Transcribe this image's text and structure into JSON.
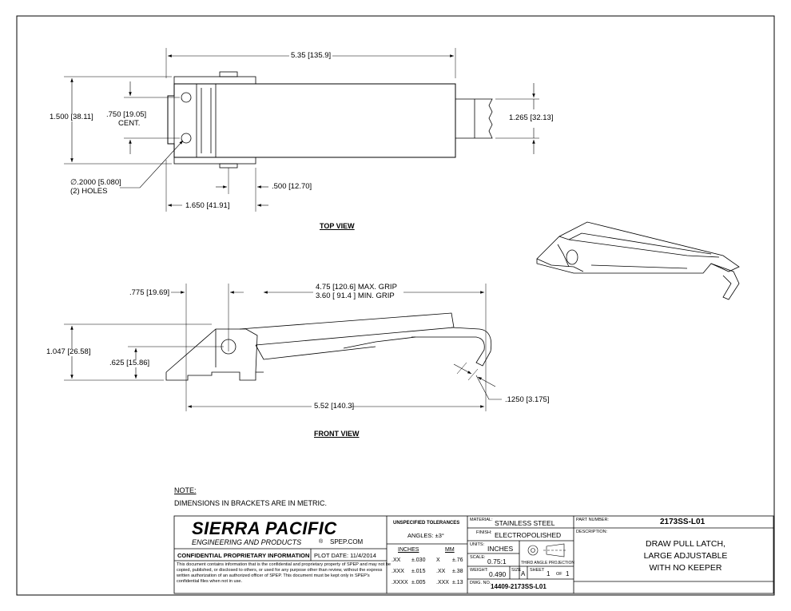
{
  "top_view": {
    "label": "TOP VIEW",
    "overall_length": "5.35 [135.9]",
    "overall_width": "1.500 [38.11]",
    "hole_center": ".750 [19.05]",
    "hole_center_note": "CENT.",
    "keeper_width": "1.265 [32.13]",
    "hole_diameter": "∅.2000 [5.080]",
    "hole_count": "(2) HOLES",
    "offset_a": ".500 [12.70]",
    "offset_b": "1.650 [41.91]"
  },
  "front_view": {
    "label": "FRONT VIEW",
    "pivot_offset": ".775 [19.69]",
    "max_grip": "4.75 [120.6]  MAX. GRIP",
    "min_grip": "3.60  [ 91.4 ]  MIN.  GRIP",
    "height": "1.047 [26.58]",
    "pivot_height": ".625 [15.86]",
    "base_length": "5.52 [140.3]",
    "wire_dia": ".1250 [3.175]"
  },
  "note": {
    "heading": "NOTE:",
    "text": "DIMENSIONS IN BRACKETS ARE IN METRIC."
  },
  "title_block": {
    "company": "SIERRA PACIFIC",
    "company_sub": "ENGINEERING AND PRODUCTS",
    "registered": "®",
    "website": "SPEP.COM",
    "confidential_label": "CONFIDENTIAL PROPRIETARY INFORMATION",
    "plot_date": "PLOT DATE:  11/4/2014",
    "confidential_text": "This document contains information that is the confidential and proprietary property of SPEP and may not be copied, published, or disclosed to others, or used for any purpose other than review, without the express written authorization of an authorized officer of SPEP. This document must be kept only in SPEP's confidential files when not in use.",
    "tolerances_heading": "UNSPECIFIED TOLERANCES",
    "angles": "ANGLES:  ±3°",
    "inches_header": "INCHES",
    "mm_header": "MM",
    "tol_rows": [
      {
        "ip": ".XX",
        "iv": "±.030",
        "mp": "X",
        "mv": "±.76"
      },
      {
        "ip": ".XXX",
        "iv": "±.015",
        "mp": ".XX",
        "mv": "±.38"
      },
      {
        "ip": ".XXXX",
        "iv": "±.005",
        "mp": ".XXX",
        "mv": "±.13"
      }
    ],
    "material_label": "MATERIAL:",
    "material": "STAINLESS STEEL",
    "finish_label": "FINISH:",
    "finish": "ELECTROPOLISHED",
    "units_label": "UNITS:",
    "units": "INCHES",
    "scale_label": "SCALE:",
    "scale": "0.75:1",
    "weight_label": "WEIGHT:",
    "weight": "0.490",
    "size_label": "SIZE",
    "size": "A",
    "sheet_label": "SHEET",
    "sheet": "1",
    "of_label": "OF",
    "sheet_total": "1",
    "projection": "THIRD ANGLE PROJECTION",
    "dwg_label": "DWG. NO.",
    "dwg_no": "14409-2173SS-L01",
    "part_label": "PART NUMBER:",
    "part_number": "2173SS-L01",
    "desc_label": "DESCRIPTION:",
    "desc_lines": [
      "DRAW PULL LATCH,",
      "LARGE ADJUSTABLE",
      "WITH NO KEEPER"
    ]
  }
}
